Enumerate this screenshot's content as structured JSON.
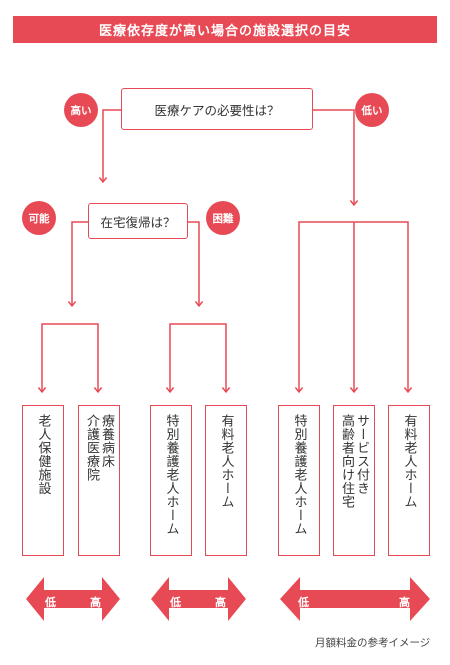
{
  "title": "医療依存度が高い場合の施設選択の目安",
  "question1": "医療ケアの必要性は？",
  "question2": "在宅復帰は？",
  "badges": {
    "high": "高い",
    "low": "低い",
    "possible": "可能",
    "difficult": "困難"
  },
  "facilities": [
    "老人保健施設",
    "療養病床介護医療院",
    "特別養護老人ホーム",
    "有料老人ホーム",
    "特別養護老人ホーム",
    "サービス付き高齢者向け住宅",
    "有料老人ホーム"
  ],
  "facility_columns": [
    [
      "老人保健施設"
    ],
    [
      "療養病床",
      "介護医療院"
    ],
    [
      "特別養護老人ホーム"
    ],
    [
      "有料老人ホーム"
    ],
    [
      "特別養護老人ホーム"
    ],
    [
      "サービス付き",
      "高齢者向け住宅"
    ],
    [
      "有料老人ホーム"
    ]
  ],
  "cost_scale": {
    "low": "低",
    "high": "高"
  },
  "footer_note": "月額料金の参考イメージ",
  "colors": {
    "accent": "#e84a55",
    "text": "#333333"
  }
}
